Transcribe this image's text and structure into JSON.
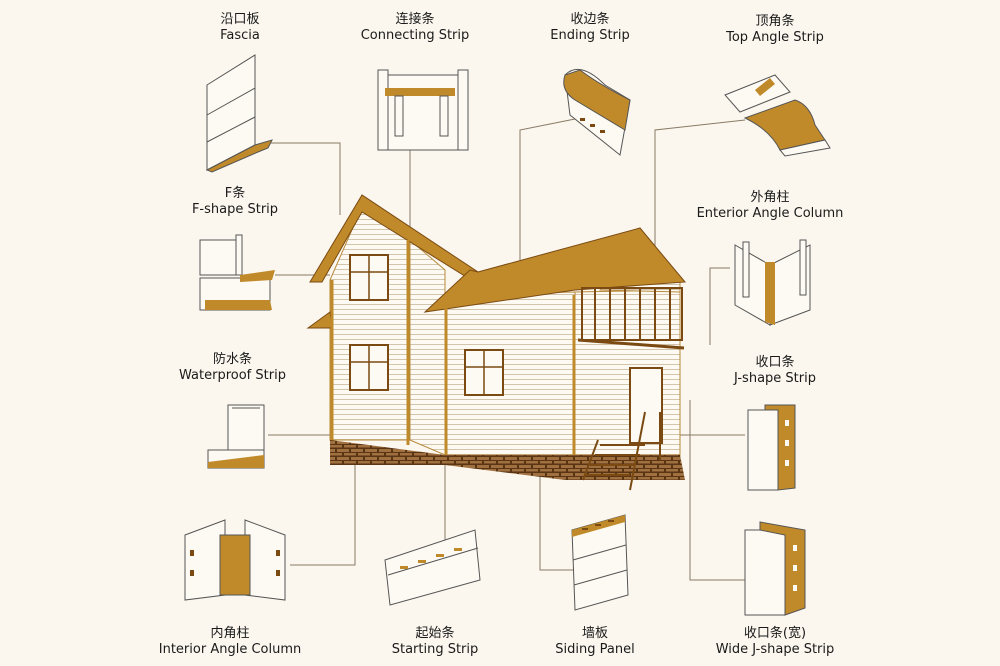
{
  "colors": {
    "background": "#fbf7ee",
    "brand_gold": "#c08a2a",
    "brand_dark": "#7a4a12",
    "line": "#8a7a66"
  },
  "labels": {
    "fascia": {
      "zh": "沿口板",
      "en": "Fascia"
    },
    "connecting_strip": {
      "zh": "连接条",
      "en": "Connecting Strip"
    },
    "ending_strip": {
      "zh": "收边条",
      "en": "Ending Strip"
    },
    "top_angle_strip": {
      "zh": "顶角条",
      "en": "Top Angle Strip"
    },
    "f_shape_strip": {
      "zh": "F条",
      "en": "F-shape Strip"
    },
    "exterior_angle_column": {
      "zh": "外角柱",
      "en": "Enterior Angle Column"
    },
    "waterproof_strip": {
      "zh": "防水条",
      "en": "Waterproof Strip"
    },
    "j_shape_strip": {
      "zh": "收口条",
      "en": "J-shape Strip"
    },
    "interior_angle_column": {
      "zh": "内角柱",
      "en": "Interior Angle Column"
    },
    "starting_strip": {
      "zh": "起始条",
      "en": "Starting Strip"
    },
    "siding_panel": {
      "zh": "墙板",
      "en": "Siding Panel"
    },
    "wide_j_shape_strip": {
      "zh": "收口条(宽)",
      "en": "Wide J-shape Strip"
    }
  }
}
